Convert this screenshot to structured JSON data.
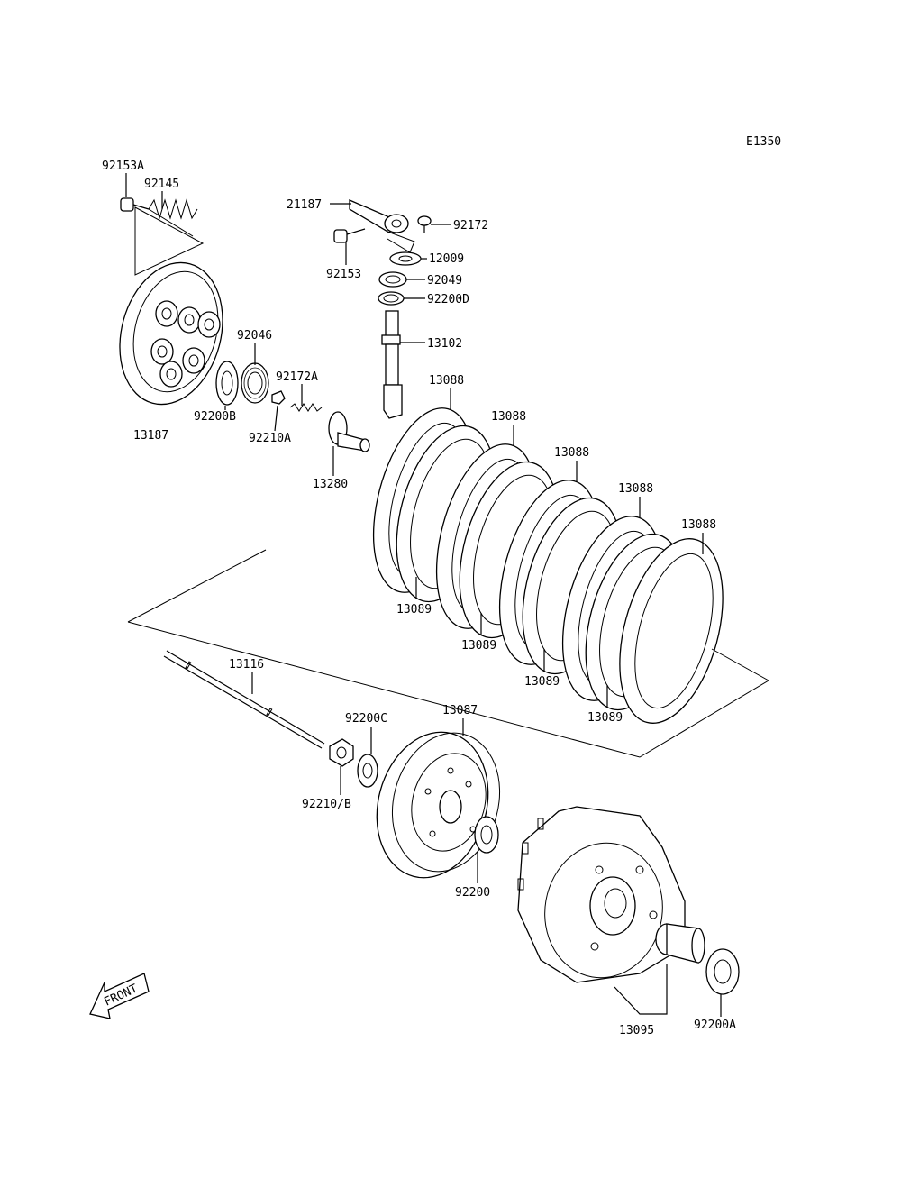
{
  "diagram_code": "E1350",
  "front_label": "FRONT",
  "parts": {
    "p92153A": "92153A",
    "p92145": "92145",
    "p21187": "21187",
    "p92172": "92172",
    "p92153": "92153",
    "p12009": "12009",
    "p92049": "92049",
    "p92200D": "92200D",
    "p13102": "13102",
    "p92046": "92046",
    "p92172A": "92172A",
    "p92200B": "92200B",
    "p92210A": "92210A",
    "p13187": "13187",
    "p13280": "13280",
    "p13088_1": "13088",
    "p13088_2": "13088",
    "p13088_3": "13088",
    "p13088_4": "13088",
    "p13088_5": "13088",
    "p13089_1": "13089",
    "p13089_2": "13089",
    "p13089_3": "13089",
    "p13089_4": "13089",
    "p13116": "13116",
    "p92200C": "92200C",
    "p13087": "13087",
    "p92210B": "92210/B",
    "p92200": "92200",
    "p13095": "13095",
    "p92200A": "92200A"
  }
}
